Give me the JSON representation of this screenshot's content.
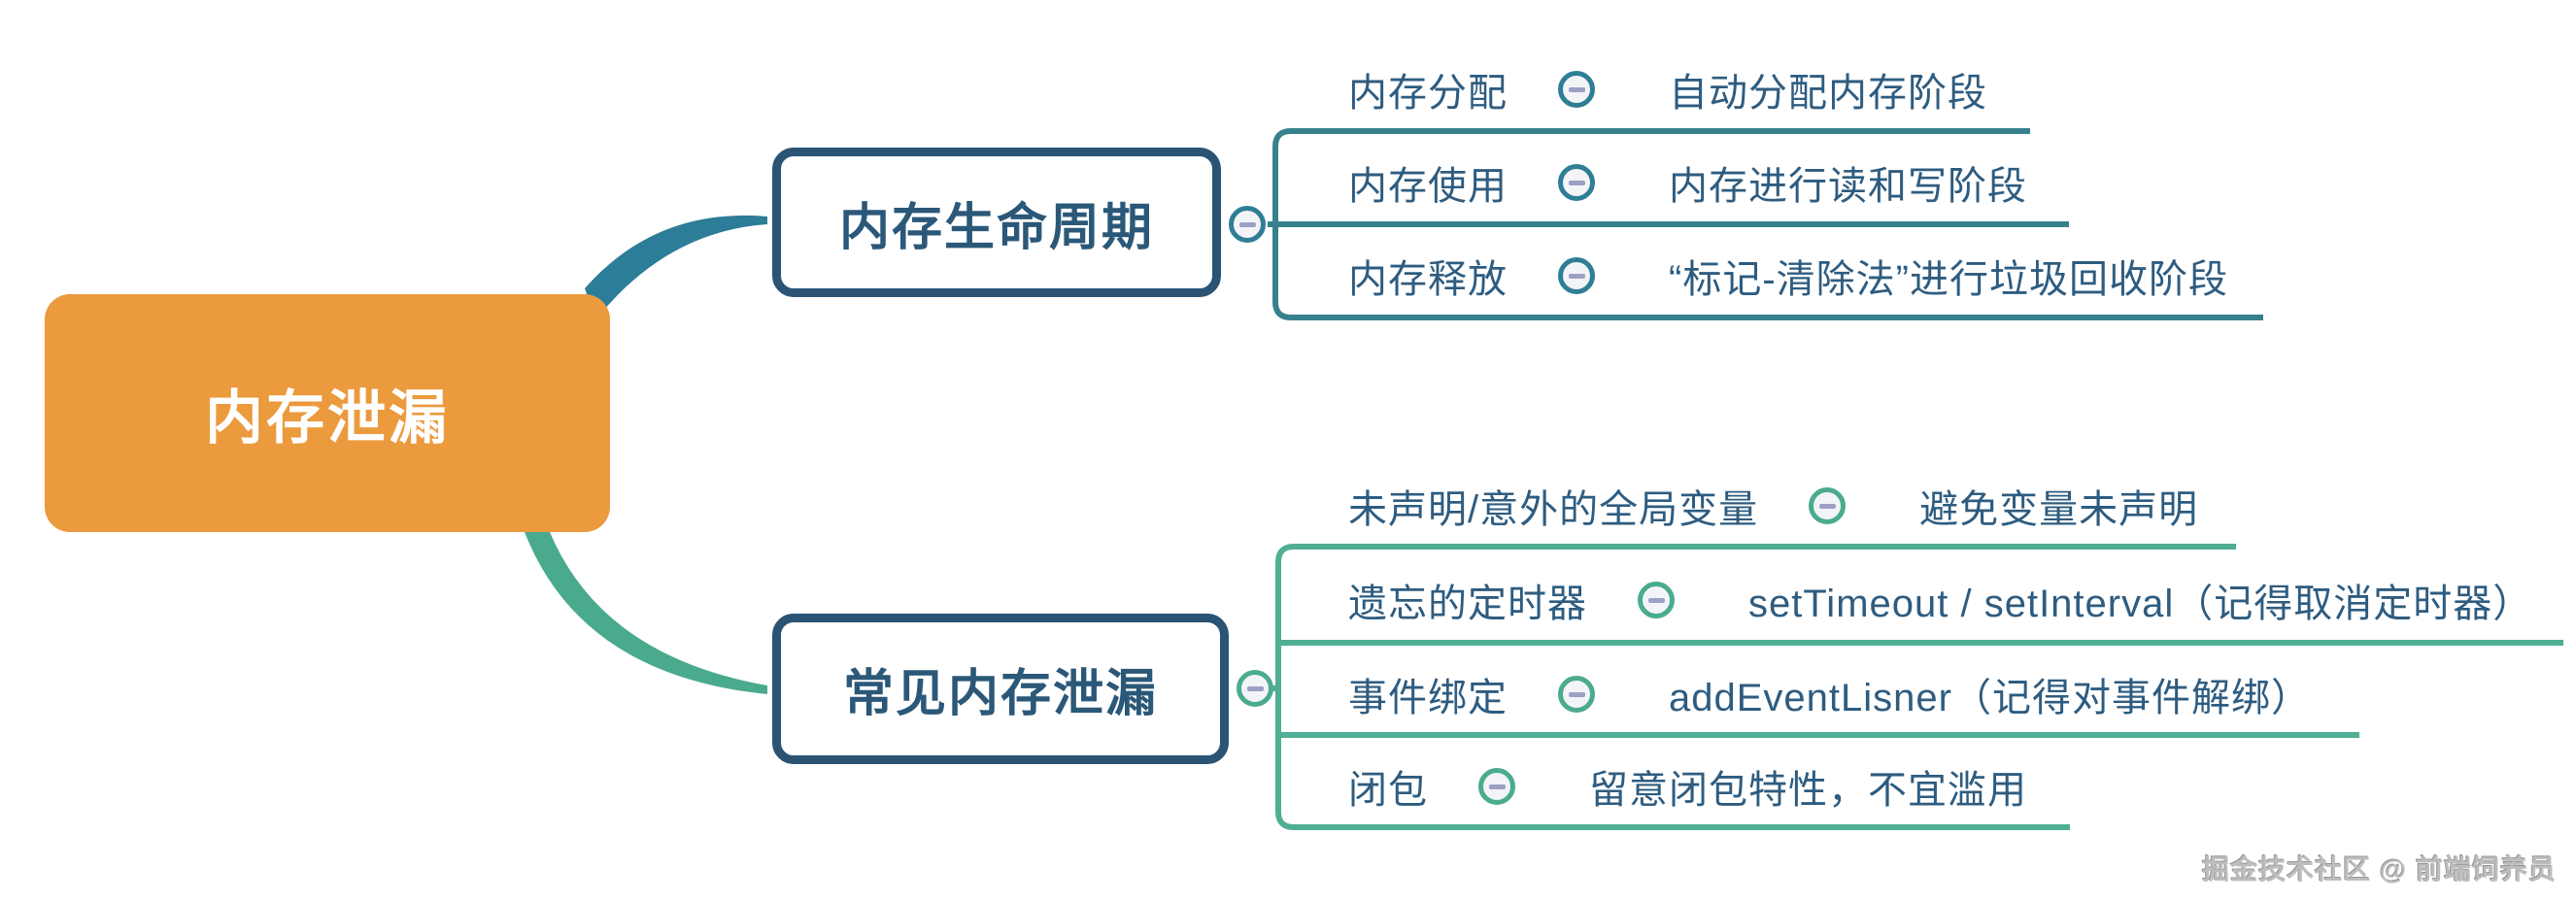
{
  "canvas": {
    "background": "#ffffff"
  },
  "root": {
    "label": "内存泄漏"
  },
  "branches": [
    {
      "label": "内存生命周期",
      "children": [
        {
          "label": "内存分配",
          "desc": "自动分配内存阶段"
        },
        {
          "label": "内存使用",
          "desc": "内存进行读和写阶段"
        },
        {
          "label": "内存释放",
          "desc": "“标记-清除法”进行垃圾回收阶段"
        }
      ]
    },
    {
      "label": "常见内存泄漏",
      "children": [
        {
          "label": "未声明/意外的全局变量",
          "desc": "避免变量未声明"
        },
        {
          "label": "遗忘的定时器",
          "desc": "setTimeout / setInterval（记得取消定时器）"
        },
        {
          "label": "事件绑定",
          "desc": "addEventLisner（记得对事件解绑）"
        },
        {
          "label": "闭包",
          "desc": "留意闭包特性，不宜滥用"
        }
      ]
    }
  ],
  "watermark": {
    "text": "掘金技术社区 @ 前端饲养员"
  },
  "colors": {
    "root_bg": "#EC9A3E",
    "node_border": "#2A5374",
    "title_text": "#2B5878",
    "child_text": "#2E5C80",
    "curve_upper": "#2C7D97",
    "curve_lower": "#4AAA8E",
    "bracket_upper": "#37818F",
    "bracket_lower": "#4FAE93",
    "toggle_ring_upper": "#2F7E95",
    "toggle_ring_lower": "#4BAB8E",
    "toggle_fill": "#F3F4F8",
    "toggle_minus": "#9CA0C5"
  }
}
